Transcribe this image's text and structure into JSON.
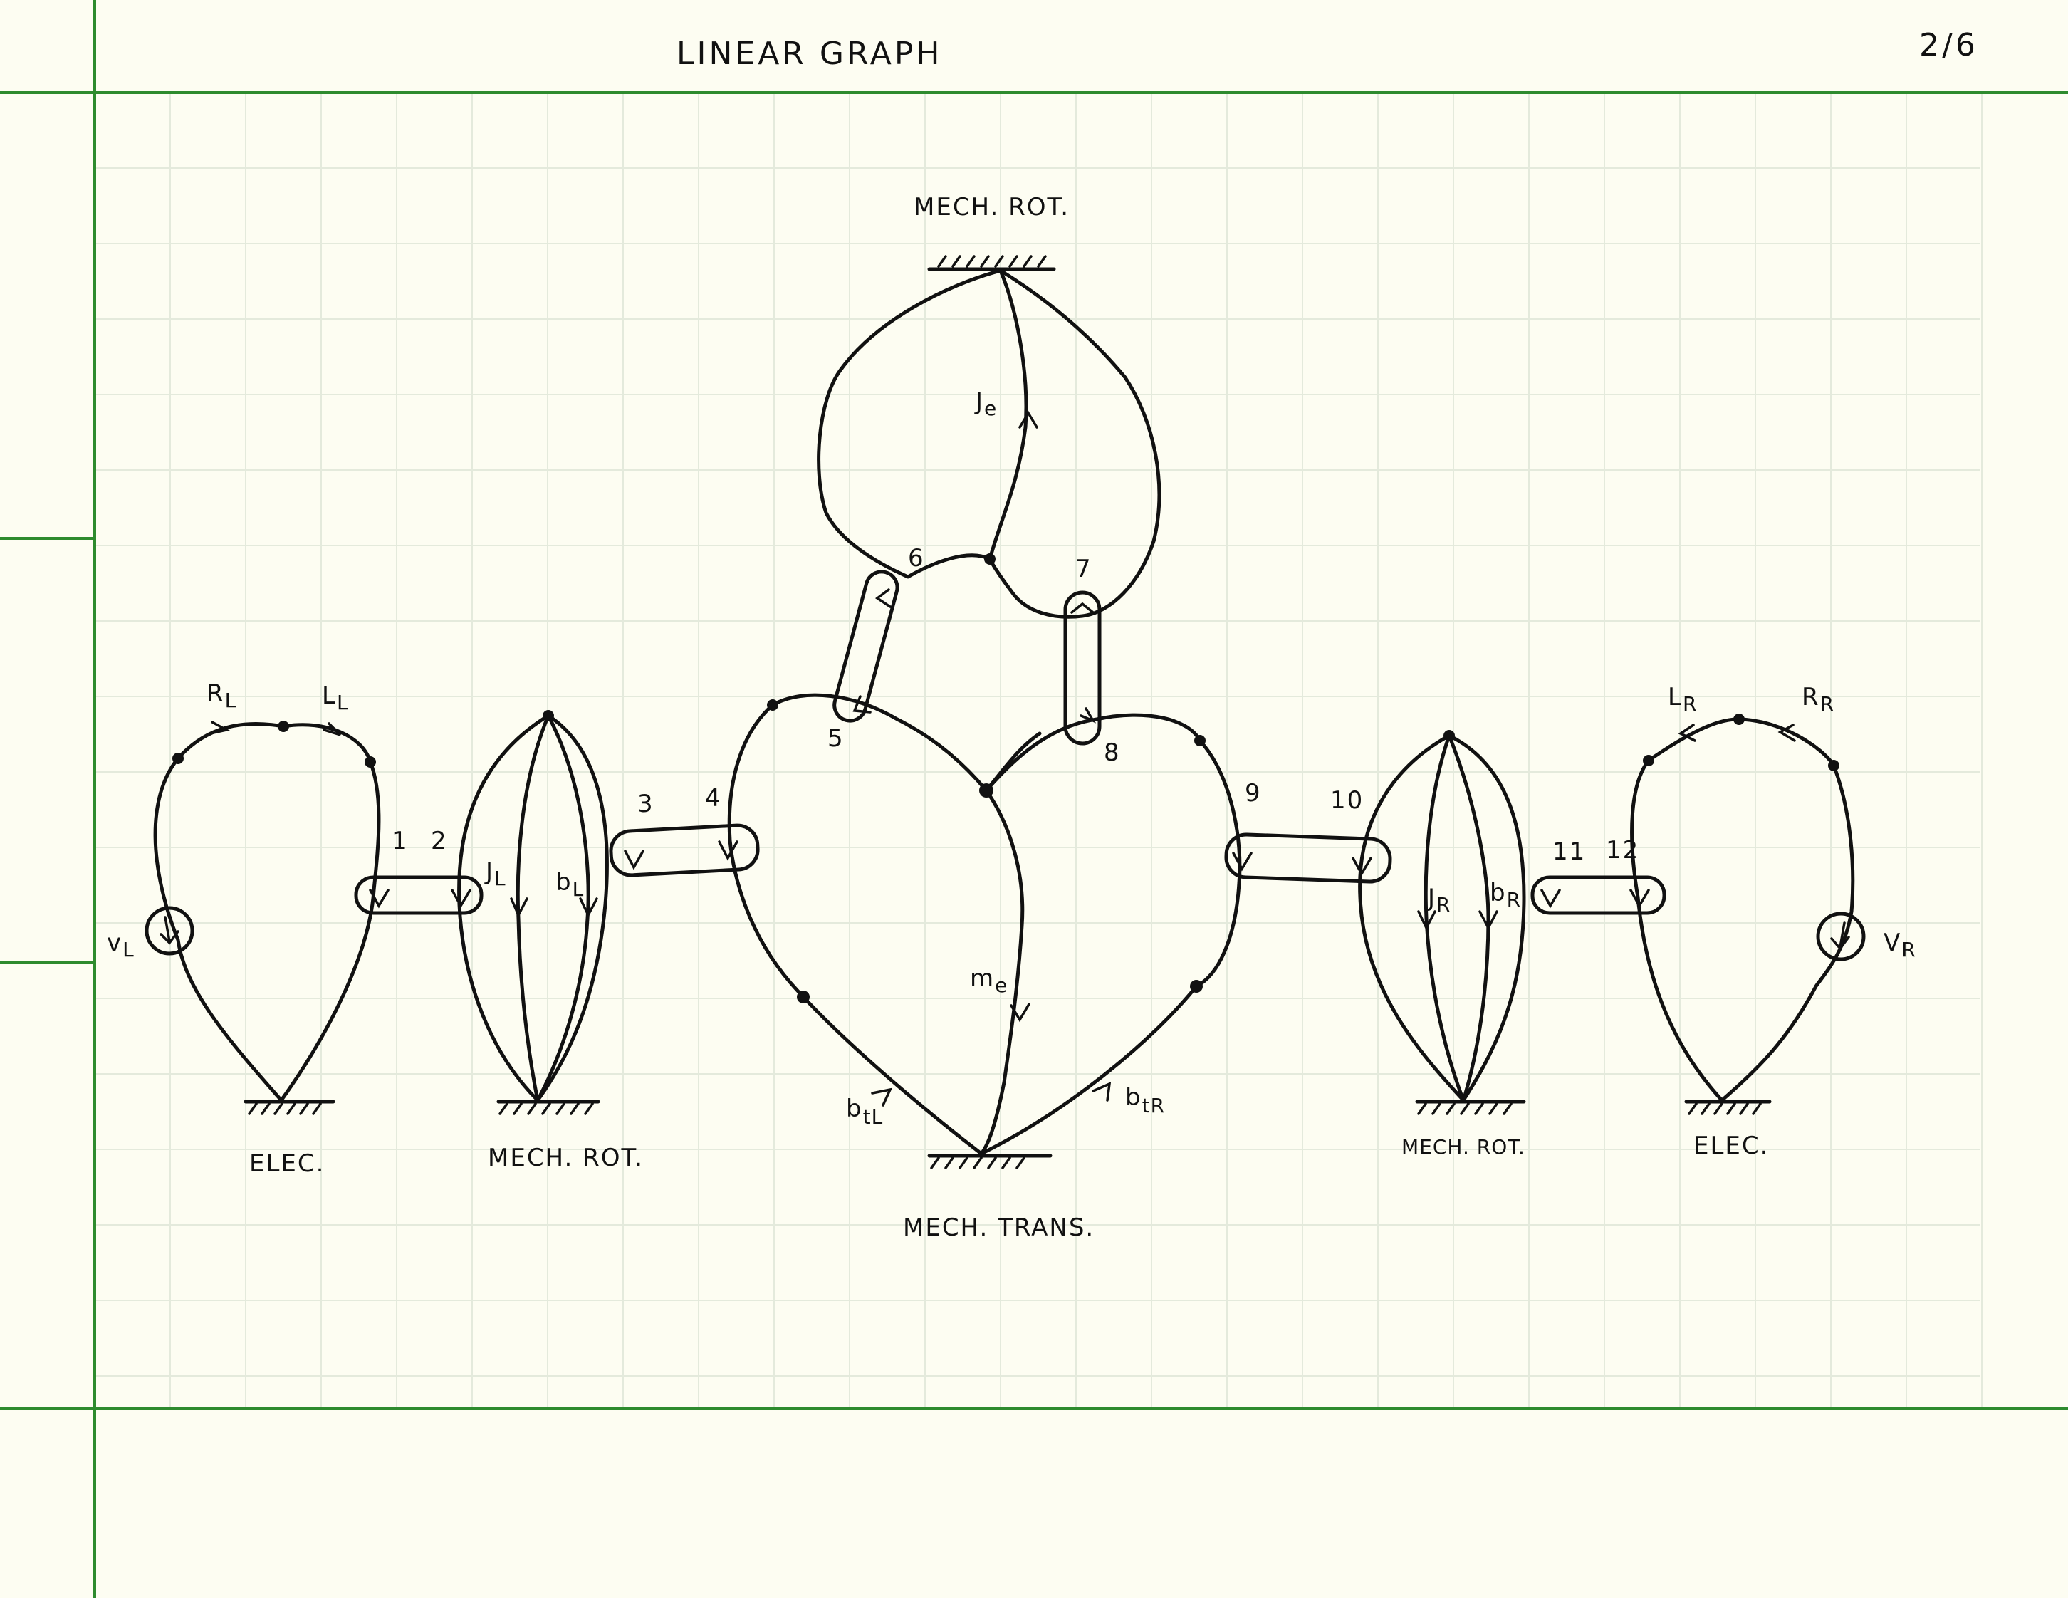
{
  "page": {
    "title": "LINEAR GRAPH",
    "page_number": "2/6",
    "paper_color": "#fdfdf2",
    "rule_color": "#2e8b2e",
    "grid_color": "#e4eadc",
    "ink_color": "#111111"
  },
  "domain_labels": {
    "elec_left": "ELEC.",
    "mech_rot_left": "MECH. ROT.",
    "mech_rot_top": "MECH. ROT.",
    "mech_trans": "MECH. TRANS.",
    "mech_rot_right": "MECH. ROT.",
    "elec_right": "ELEC."
  },
  "element_labels": {
    "R_L": "R",
    "R_L_sub": "L",
    "L_L": "L",
    "L_L_sub": "L",
    "v_L": "v",
    "v_L_sub": "L",
    "J_L": "J",
    "J_L_sub": "L",
    "b_L": "b",
    "b_L_sub": "L",
    "J_e": "J",
    "J_e_sub": "e",
    "m_e": "m",
    "m_e_sub": "e",
    "b_tL": "b",
    "b_tL_sub": "tL",
    "b_tR": "b",
    "b_tR_sub": "tR",
    "J_R": "J",
    "J_R_sub": "R",
    "b_R": "b",
    "b_R_sub": "R",
    "L_R": "L",
    "L_R_sub": "R",
    "R_R": "R",
    "R_R_sub": "R",
    "V_R": "V",
    "V_R_sub": "R"
  },
  "port_numbers": [
    "1",
    "2",
    "3",
    "4",
    "5",
    "6",
    "7",
    "8",
    "9",
    "10",
    "11",
    "12"
  ]
}
